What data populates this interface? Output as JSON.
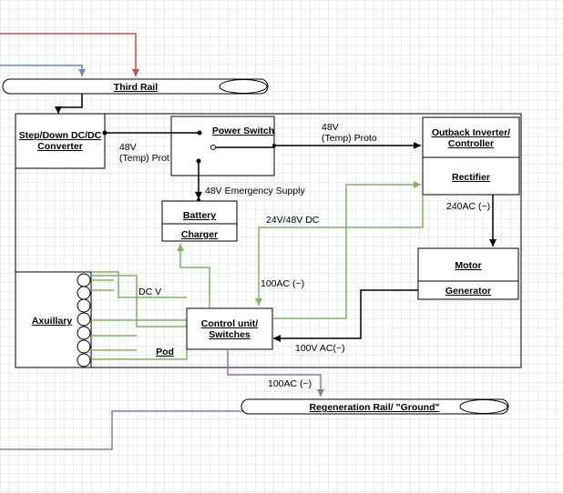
{
  "colors": {
    "red": "#b85450",
    "blue": "#6c8ebf",
    "green": "#82b366",
    "purple": "#9673a6",
    "black": "#000000"
  },
  "labels": {
    "third_rail": "Third Rail",
    "stepdown": [
      "Step/Down DC/DC",
      "Converter"
    ],
    "power_switch": "Power Switch",
    "outback": [
      "Outback Inverter/",
      "Controller"
    ],
    "rectifier": "Rectifier",
    "battery": "Battery",
    "charger": "Charger",
    "motor": "Motor",
    "generator": "Generator",
    "auxiliary": "Axuillary",
    "control": [
      "Control unit/",
      "Switches"
    ],
    "pod": "Pod",
    "regen_rail": "Regeneration Rail/ \"Ground\""
  },
  "edge_labels": {
    "v48_temp_proto_top": [
      "48V",
      "(Temp) Proto"
    ],
    "v48_temp_proto_left": [
      "48V",
      "(Temp) Prot"
    ],
    "v48_emergency": "48V Emergency Supply",
    "v24_48_dc": "24V/48V DC",
    "ac240": "240AC (~)",
    "ac100_left": "100AC (~)",
    "ac100_bottom": "100V AC(~)",
    "dc_v": "DC V",
    "ac100_regen": "100AC (~)"
  }
}
